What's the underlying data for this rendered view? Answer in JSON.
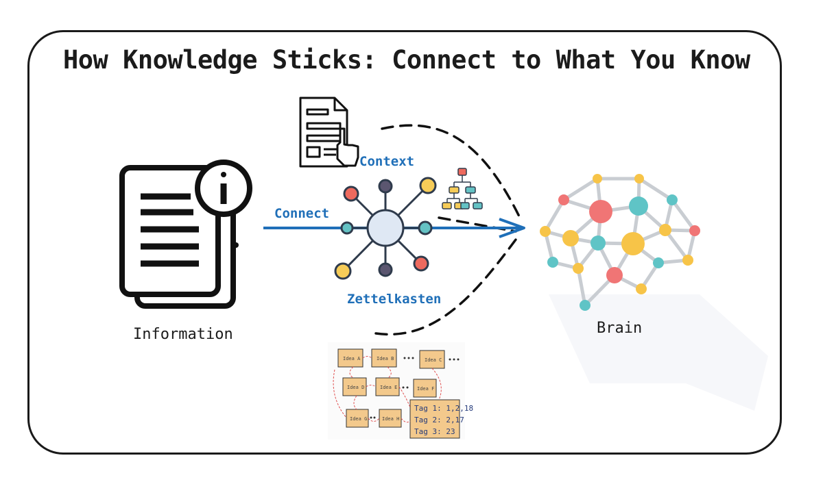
{
  "title": "How Knowledge Sticks: Connect to What You Know",
  "labels": {
    "information": "Information",
    "connect": "Connect",
    "context": "Context",
    "zettelkasten": "Zettelkasten",
    "brain": "Brain"
  },
  "tags": [
    "Tag 1: 1,2,18",
    "Tag 2: 2,17",
    "Tag 3: 23"
  ],
  "notes": [
    "Idea A",
    "Idea B",
    "Idea C",
    "Idea D",
    "Idea E",
    "Idea F",
    "Idea G",
    "Idea H"
  ],
  "colors": {
    "arrow": "#1f6fb8",
    "hub": "#dfe8f4",
    "hub_stroke": "#2f3b4c",
    "node_red": "#ee6a5e",
    "node_yellow": "#f6cc58",
    "node_teal": "#64c2c4",
    "node_purple": "#5b5670",
    "brain_red": "#f07575",
    "brain_yellow": "#f7c448",
    "brain_teal": "#5fc4c6",
    "brain_edge": "#c9cdd2",
    "note_paper": "#f3c98c"
  },
  "icons": [
    "document-info-icon",
    "document-click-icon",
    "hub-network-icon",
    "org-chart-icon",
    "brain-network-icon",
    "zettelkasten-notes-icon"
  ]
}
